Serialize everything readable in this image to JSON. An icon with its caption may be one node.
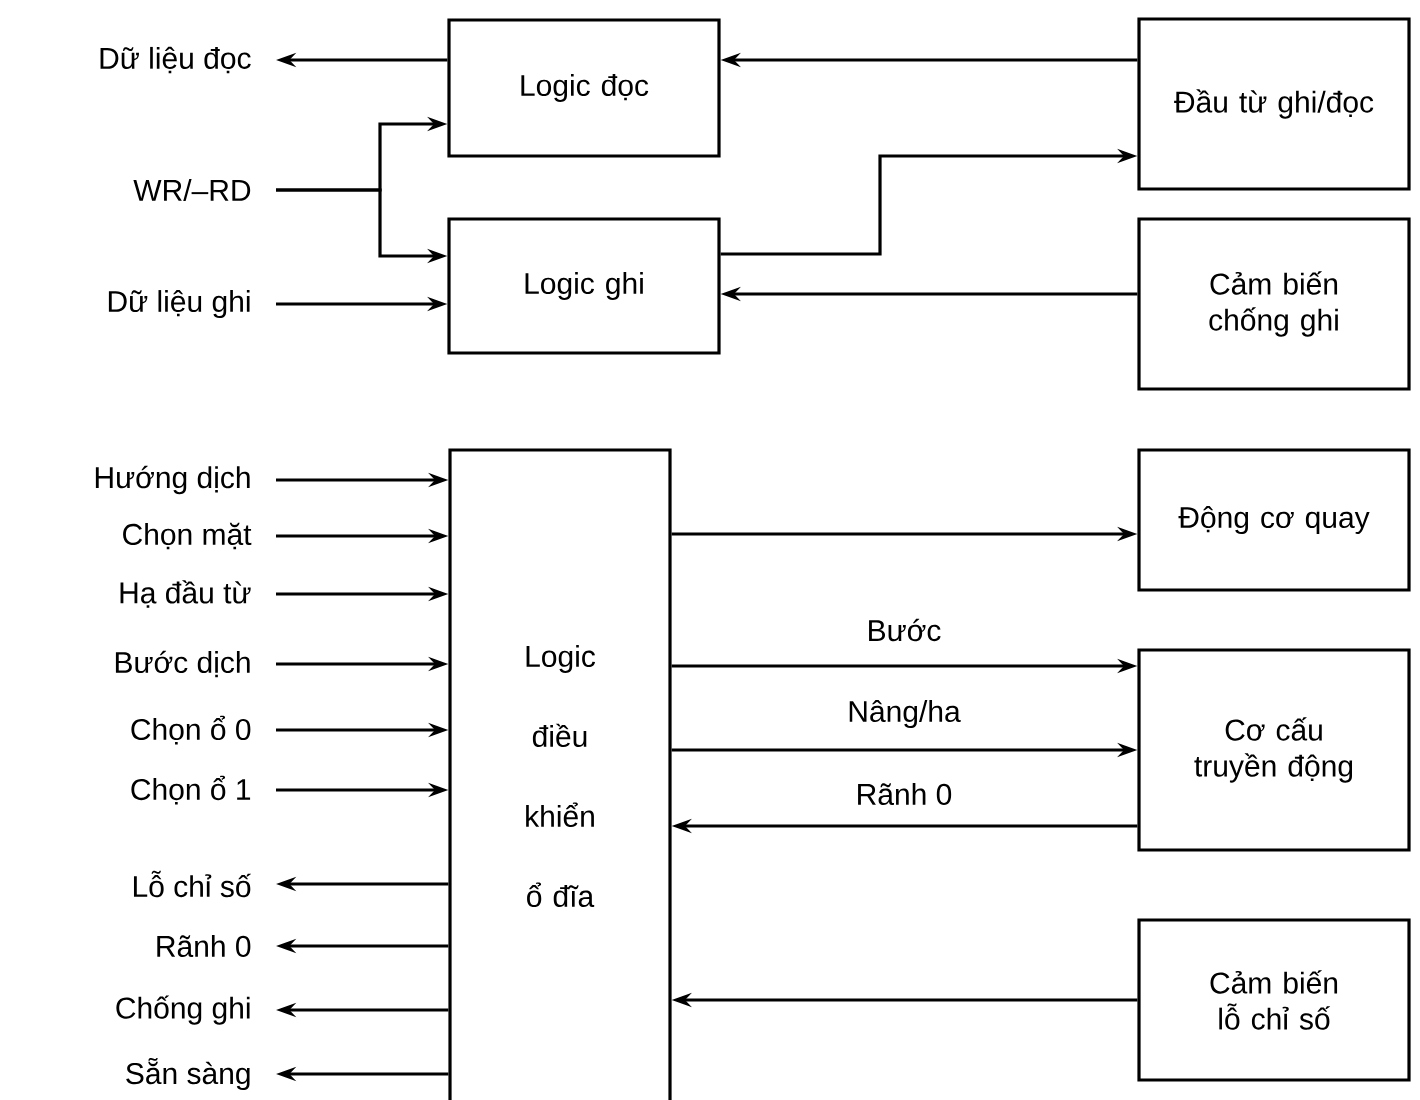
{
  "diagram": {
    "nodes": [
      {
        "text": [
          "Dữ liệu đọc"
        ]
      },
      {
        "text": [
          "Logic đọc"
        ]
      },
      {
        "text": [
          "Đầu từ ghi/đọc"
        ]
      },
      {
        "text": [
          "WR/–RD"
        ]
      },
      {
        "text": [
          "Dữ liệu ghi"
        ]
      },
      {
        "text": [
          "Logic ghi"
        ]
      },
      {
        "text": [
          "Cảm biến chống ghi"
        ]
      },
      {
        "text": [
          "Hướng dịch"
        ]
      },
      {
        "text": [
          "Chọn mặt"
        ]
      },
      {
        "text": [
          "Hạ đầu từ"
        ]
      },
      {
        "text": [
          "Bước dịch"
        ]
      },
      {
        "text": [
          "Chọn ổ 0"
        ]
      },
      {
        "text": [
          "Chọn ổ 1"
        ]
      },
      {
        "text": [
          "Lỗ chỉ số"
        ]
      },
      {
        "text": [
          "Rãnh 0"
        ]
      },
      {
        "text": [
          "Chống ghi"
        ]
      },
      {
        "text": [
          "Sẵn sàng"
        ]
      },
      {
        "text": [
          "Logic điều khiển ổ đĩa"
        ]
      },
      {
        "text": [
          "Động cơ quay"
        ]
      },
      {
        "text": [
          "Cơ cấu truyền động"
        ]
      },
      {
        "text": [
          "Cảm biến lỗ chỉ số"
        ]
      }
    ],
    "edges": [
      {
        "from": 1,
        "to": 0,
        "arrow": "to"
      },
      {
        "from": 2,
        "to": 1,
        "arrow": "to"
      },
      {
        "from": 3,
        "to": 1,
        "arrow": "to"
      },
      {
        "from": 3,
        "to": 5,
        "arrow": "to"
      },
      {
        "from": 4,
        "to": 5,
        "arrow": "to"
      },
      {
        "from": 5,
        "to": 2,
        "arrow": "to"
      },
      {
        "from": 6,
        "to": 5,
        "arrow": "to"
      },
      {
        "from": 7,
        "to": 17,
        "arrow": "to"
      },
      {
        "from": 8,
        "to": 17,
        "arrow": "to"
      },
      {
        "from": 9,
        "to": 17,
        "arrow": "to"
      },
      {
        "from": 10,
        "to": 17,
        "arrow": "to"
      },
      {
        "from": 11,
        "to": 17,
        "arrow": "to"
      },
      {
        "from": 12,
        "to": 17,
        "arrow": "to"
      },
      {
        "from": 17,
        "to": 13,
        "arrow": "to"
      },
      {
        "from": 17,
        "to": 14,
        "arrow": "to"
      },
      {
        "from": 17,
        "to": 15,
        "arrow": "to"
      },
      {
        "from": 17,
        "to": 16,
        "arrow": "to"
      },
      {
        "from": 17,
        "to": 18,
        "arrow": "to"
      },
      {
        "from": 17,
        "to": 19,
        "label": "Bước",
        "arrow": "to"
      },
      {
        "from": 17,
        "to": 19,
        "label": "Nâng/ha",
        "arrow": "to"
      },
      {
        "from": 19,
        "to": 17,
        "label": "Rãnh 0",
        "arrow": "to"
      },
      {
        "from": 20,
        "to": 17,
        "arrow": "to"
      }
    ]
  }
}
